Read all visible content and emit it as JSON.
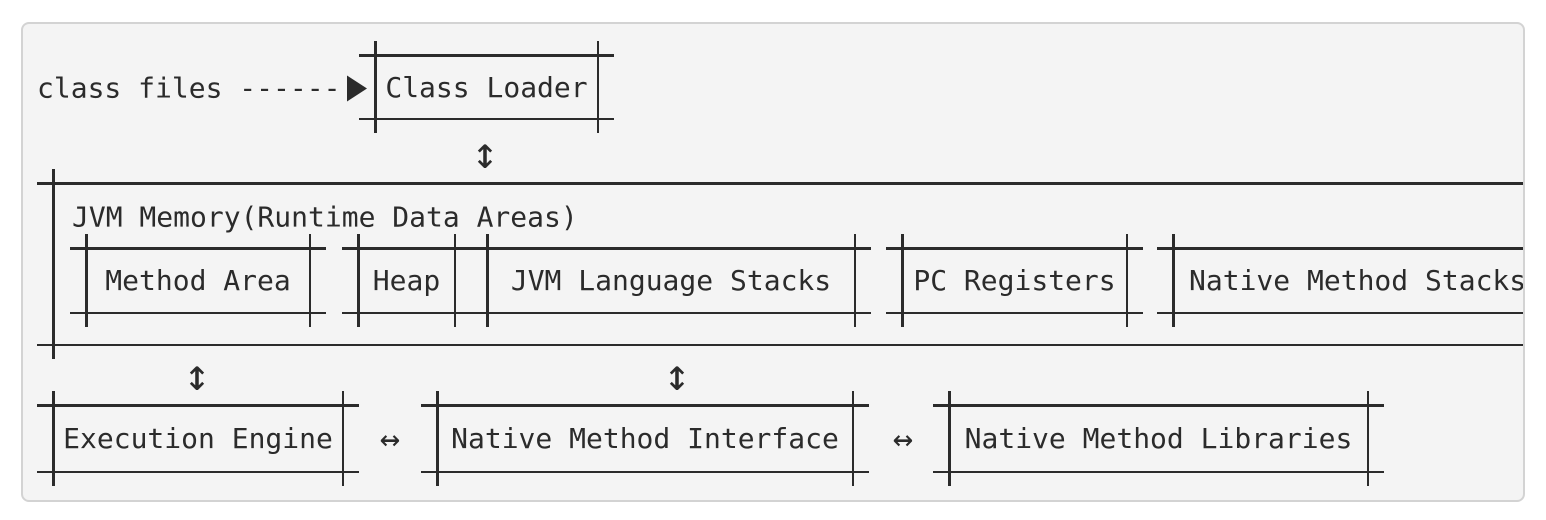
{
  "panel": {
    "background": "#f4f4f4",
    "border_color": "#d3d3d3",
    "ink": "#2b2b2b"
  },
  "diagram": {
    "input_label": "class files ------",
    "input_arrow_icon": "right-filled-triangle",
    "class_loader": "Class Loader",
    "jvm_memory": {
      "title": "JVM Memory(Runtime Data Areas)",
      "areas": [
        "Method Area",
        "Heap",
        "JVM Language Stacks",
        "PC Registers",
        "Native Method Stacks"
      ]
    },
    "bottom_row": [
      "Execution Engine",
      "Native Method Interface",
      "Native Method Libraries"
    ],
    "connector_icons": {
      "vertical_double_arrow": "↕",
      "horizontal_double_arrow": "↔"
    }
  }
}
